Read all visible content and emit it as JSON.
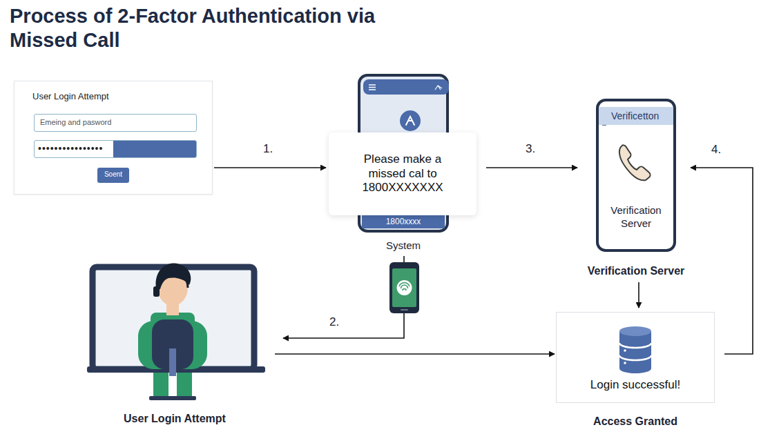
{
  "diagram": {
    "title": "Process of 2-Factor Authentication via Missed Call",
    "nodes": [
      {
        "text": [
          "User Login Attempt"
        ]
      },
      {
        "text": [
          "Emeing and pasword"
        ],
        "in": 0
      },
      {
        "text": [
          "••••••••••••••••"
        ],
        "in": 0
      },
      {
        "text": [
          "Soent"
        ],
        "in": 0
      },
      {
        "text": [
          "1800xxxx",
          "System"
        ]
      },
      {
        "text": [
          "Please make a missed cal to 1800XXXXXXX"
        ],
        "in": 4
      },
      {
        "text": [
          "Verificetton",
          "Verification Server",
          "Verification Server"
        ]
      },
      {
        "text": [
          "User Login Attempt"
        ]
      },
      {
        "text": [
          "Login successful!",
          "Access Granted"
        ]
      }
    ],
    "edges": [
      {
        "from": 0,
        "to": 5,
        "label": "1.",
        "arrow": "to"
      },
      {
        "from": 4,
        "to": 7,
        "label": "2.",
        "arrow": "to"
      },
      {
        "from": 5,
        "to": 6,
        "label": "3.",
        "arrow": "to"
      },
      {
        "from": 8,
        "to": 6,
        "label": "4.",
        "arrow": "to"
      },
      {
        "from": 7,
        "to": 8,
        "arrow": "to"
      },
      {
        "from": 6,
        "to": 8,
        "arrow": "to"
      }
    ]
  }
}
